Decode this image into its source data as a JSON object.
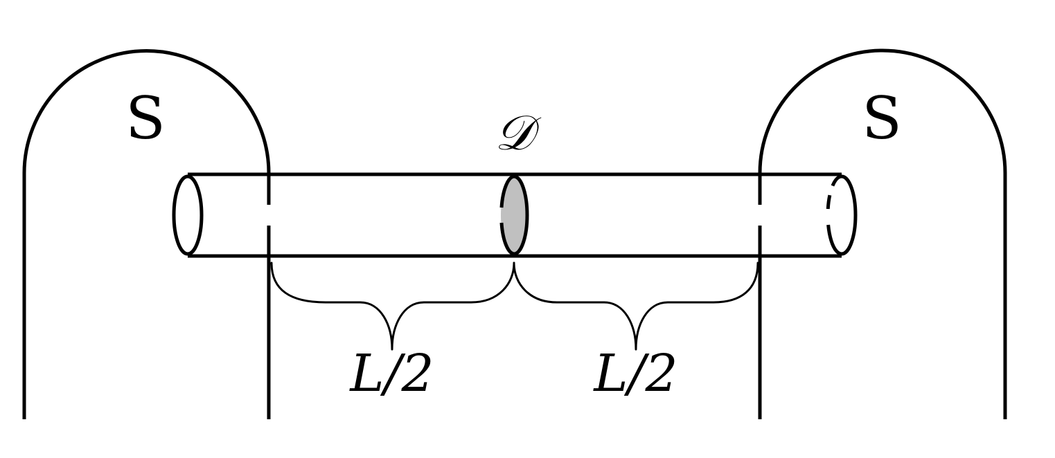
{
  "labels": {
    "left_superconductor": "S",
    "right_superconductor": "S",
    "defect": "𝒟",
    "left_length": "L/2",
    "right_length": "L/2"
  },
  "colors": {
    "line": "#000000",
    "defect_fill": "#c0c0c0",
    "background": "#ffffff"
  }
}
